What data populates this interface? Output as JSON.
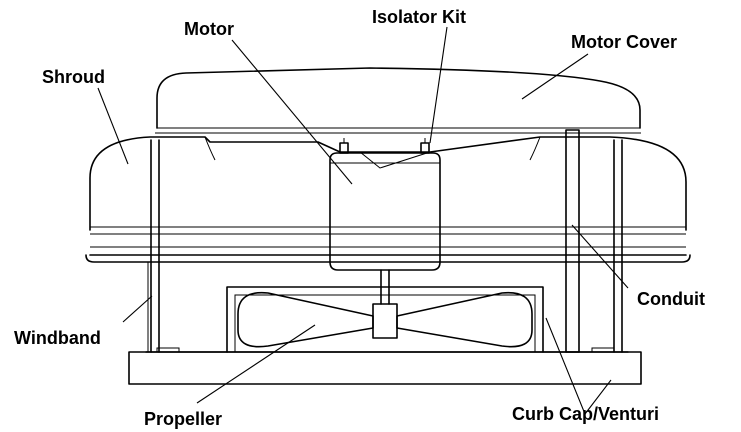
{
  "diagram": {
    "labels": {
      "motor": "Motor",
      "isolator_kit": "Isolator Kit",
      "motor_cover": "Motor Cover",
      "shroud": "Shroud",
      "conduit": "Conduit",
      "windband": "Windband",
      "propeller": "Propeller",
      "curb_cap_venturi": "Curb Cap/Venturi"
    },
    "colors": {
      "line": "#000000",
      "background": "#ffffff"
    }
  }
}
